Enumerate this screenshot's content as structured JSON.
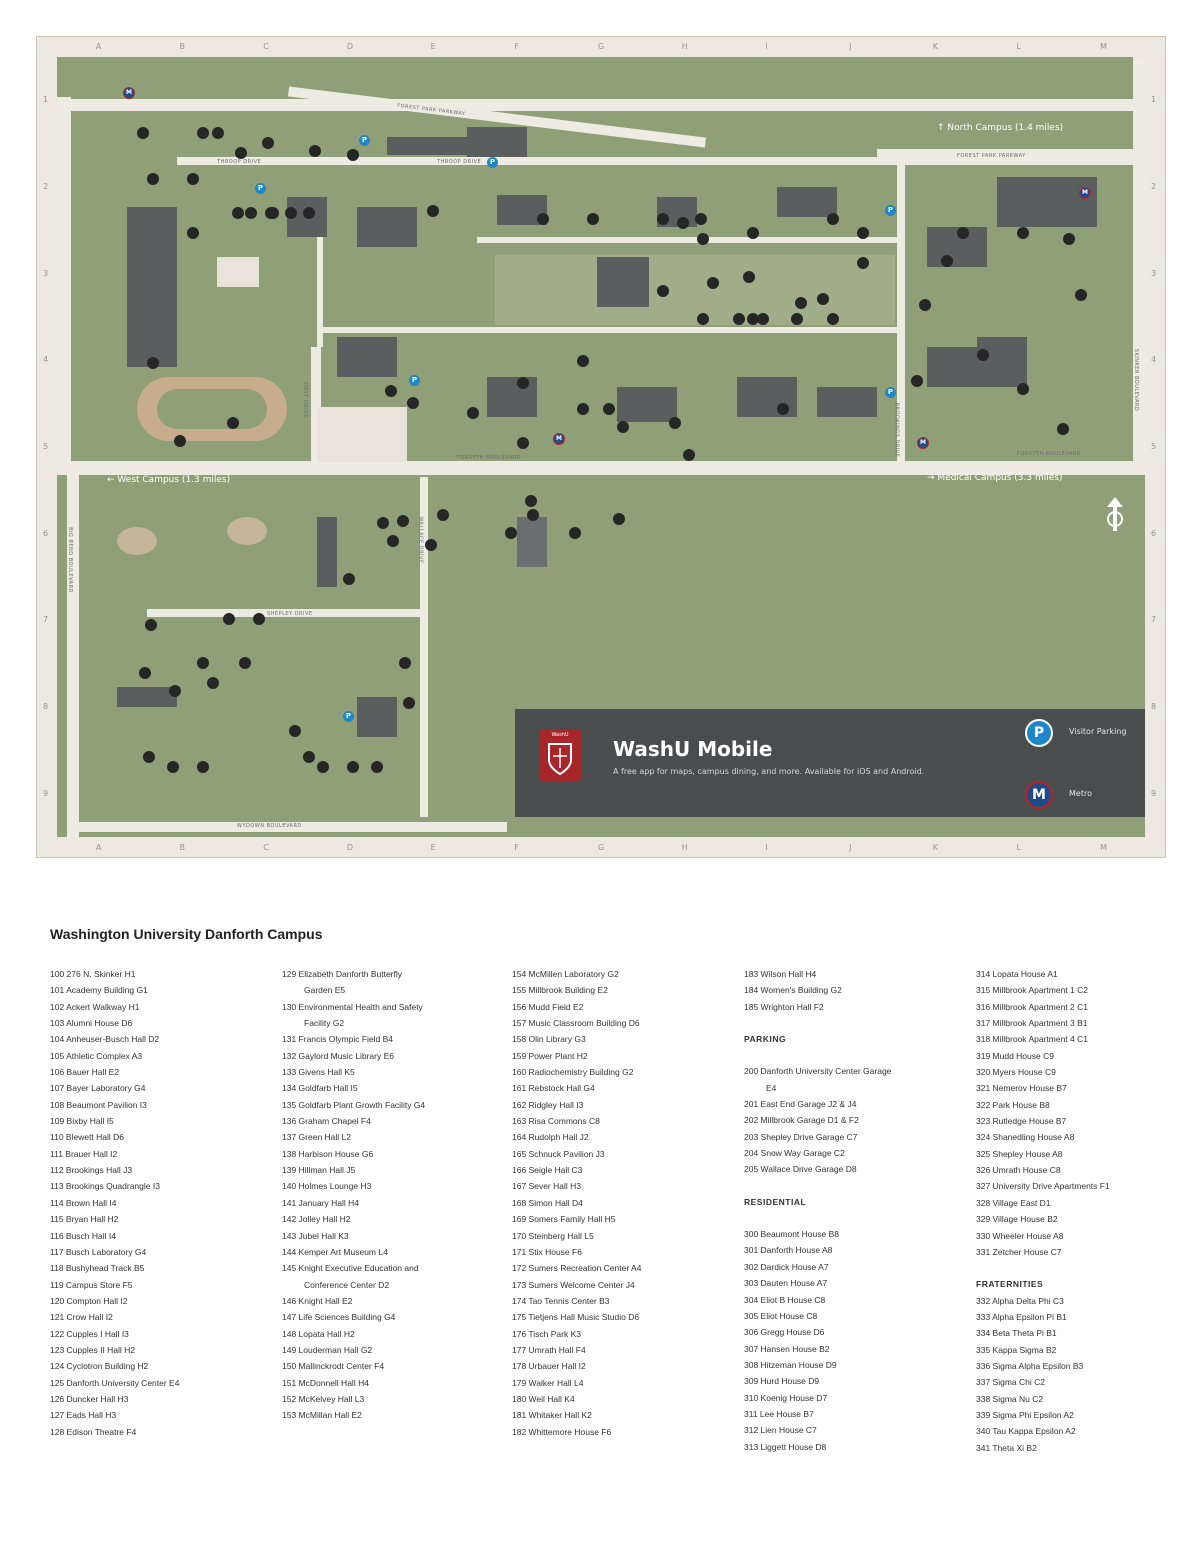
{
  "map": {
    "col_labels": [
      "A",
      "B",
      "C",
      "D",
      "E",
      "F",
      "G",
      "H",
      "I",
      "J",
      "K",
      "L",
      "M"
    ],
    "row_labels": [
      "1",
      "2",
      "3",
      "4",
      "5",
      "6",
      "7",
      "8",
      "9"
    ],
    "roads": {
      "forest_park_parkway_nw": "FOREST PARK PARKWAY",
      "forest_park_parkway_ne": "FOREST PARK PARKWAY",
      "throop_drive_n": "THROOP DRIVE",
      "throop_drive_w": "THROOP DRIVE",
      "forsyth_boulevard_mid": "FORSYTH BOULEVARD",
      "forsyth_boulevard_east": "FORSYTH BOULEVARD",
      "big_bend_boulevard": "BIG BEND BOULEVARD",
      "shepley_drive": "SHEPLEY DRIVE",
      "wydown_boulevard": "WYDOWN BOULEVARD",
      "skinker_boulevard": "SKINKER BOULEVARD",
      "hoyt_drive": "HOYT DRIVE",
      "brookings_drive": "BROOKINGS DRIVE",
      "wallace_drive": "WALLACE DRIVE"
    },
    "directions": {
      "north": "North Campus (1.4 miles)",
      "west": "West Campus (1.3 miles)",
      "medical": "Medical Campus (3.3 miles)"
    },
    "promo": {
      "icon_label": "WashU",
      "title": "WashU Mobile",
      "text": "A free app for maps, campus dining, and more. Available for iOS and Android.",
      "legend": [
        {
          "symbol": "P",
          "label": "Visitor Parking"
        },
        {
          "symbol": "M",
          "label": "Metro"
        }
      ]
    },
    "pin_p": "P",
    "pin_m": "M"
  },
  "directory": {
    "title": "Washington University Danforth Campus",
    "col1": [
      "100 276 N. Skinker H1",
      "101 Academy Building G1",
      "102 Ackert Walkway H1",
      "103 Alumni House D6",
      "104 Anheuser-Busch Hall D2",
      "105 Athletic Complex A3",
      "106 Bauer Hall E2",
      "107 Bayer Laboratory G4",
      "108 Beaumont Pavilion I3",
      "109 Bixby Hall I5",
      "110 Blewett Hall D6",
      "111 Brauer Hall I2",
      "112 Brookings Hall J3",
      "113 Brookings Quadrangle I3",
      "114 Brown Hall I4",
      "115 Bryan Hall H2",
      "116 Busch Hall I4",
      "117 Busch Laboratory G4",
      "118 Bushyhead Track B5",
      "119 Campus Store F5",
      "120 Compton Hall I2",
      "121 Crow Hall I2",
      "122 Cupples I Hall I3",
      "123 Cupples II Hall H2",
      "124 Cyclotron Building H2",
      "125 Danforth University Center E4",
      "126 Duncker Hall H3",
      "127 Eads Hall H3",
      "128 Edison Theatre F4"
    ],
    "col2": [
      "129 Elizabeth Danforth Butterfly Garden E5",
      "130 Environmental Health and Safety Facility G2",
      "131 Francis Olympic Field B4",
      "132 Gaylord Music Library E6",
      "133 Givens Hall K5",
      "134 Goldfarb Hall I5",
      "135 Goldfarb Plant Growth Facility G4",
      "136 Graham Chapel F4",
      "137 Green Hall L2",
      "138 Harbison House G6",
      "139 Hillman Hall J5",
      "140 Holmes Lounge H3",
      "141 January Hall H4",
      "142 Jolley Hall H2",
      "143 Jubel Hall K3",
      "144 Kemper Art Museum L4",
      "145 Knight Executive Education and Conference Center D2",
      "146 Knight Hall E2",
      "147 Life Sciences Building G4",
      "148 Lopata Hall H2",
      "149 Louderman Hall G2",
      "150 Mallinckrodt Center F4",
      "151 McDonnell Hall H4",
      "152 McKelvey Hall L3",
      "153 McMillan Hall E2"
    ],
    "col3": [
      "154 McMillen Laboratory G2",
      "155 Millbrook Building E2",
      "156 Mudd Field E2",
      "157 Music Classroom Building D6",
      "158 Olin Library G3",
      "159 Power Plant H2",
      "160 Radiochemistry Building G2",
      "161 Rebstock Hall G4",
      "162 Ridgley Hall I3",
      "163 Risa Commons C8",
      "164 Rudolph Hall J2",
      "165 Schnuck Pavilion J3",
      "166 Seigle Hall C3",
      "167 Sever Hall H3",
      "168 Simon Hall D4",
      "169 Somers Family Hall H5",
      "170 Steinberg Hall L5",
      "171 Stix House F6",
      "172 Sumers Recreation Center A4",
      "173 Sumers Welcome Center J4",
      "174 Tao Tennis Center B3",
      "175 Tietjens Hall Music Studio D6",
      "176 Tisch Park K3",
      "177 Umrath Hall F4",
      "178 Urbauer Hall I2",
      "179 Walker Hall L4",
      "180 Weil Hall K4",
      "181 Whitaker Hall K2",
      "182 Whittemore House F6"
    ],
    "col4_top": [
      "183 Wilson Hall H4",
      "184 Women's Building G2",
      "185 Wrighton Hall F2"
    ],
    "parking_head": "PARKING",
    "parking": [
      "200 Danforth University Center Garage E4",
      "201 East End Garage J2 & J4",
      "202 Millbrook Garage D1 & F2",
      "203 Shepley Drive Garage C7",
      "204 Snow Way Garage C2",
      "205 Wallace Drive Garage D8"
    ],
    "residential_head": "RESIDENTIAL",
    "residential": [
      "300 Beaumont House B8",
      "301 Danforth House A8",
      "302 Dardick House A7",
      "303 Dauten House A7",
      "304 Eliot B House C8",
      "305 Eliot House C8",
      "306 Gregg House D6",
      "307 Hansen House B2",
      "308 Hitzeman House D9",
      "309 Hurd House D9",
      "310 Koenig House D7",
      "311 Lee House B7",
      "312 Lien House C7",
      "313 Liggett House D8"
    ],
    "col5_top": [
      "314 Lopata House A1",
      "315 Millbrook Apartment 1 C2",
      "316 Millbrook Apartment 2 C1",
      "317 Millbrook Apartment 3 B1",
      "318 Millbrook Apartment 4 C1",
      "319 Mudd House C9",
      "320 Myers House C9",
      "321 Nemerov House B7",
      "322 Park House B8",
      "323 Rutledge House B7",
      "324 Shanedling House A8",
      "325 Shepley House A8",
      "326 Umrath House C8",
      "327 University Drive Apartments F1",
      "328 Village East D1",
      "329 Village House B2",
      "330 Wheeler House A8",
      "331 Zetcher House C7"
    ],
    "fraternities_head": "FRATERNITIES",
    "fraternities": [
      "332 Alpha Delta Phi C3",
      "333 Alpha Epsilon Pi B1",
      "334 Beta Theta Pi B1",
      "335 Kappa Sigma B2",
      "336 Sigma Alpha Epsilon B3",
      "337 Sigma Chi C2",
      "338 Sigma Nu C2",
      "339 Sigma Phi Epsilon A2",
      "340 Tau Kappa Epsilon A2",
      "341 Theta Xi B2"
    ]
  },
  "colors": {
    "grass": "#8f9f78",
    "road": "#eeebe3",
    "building": "#5a5e5f",
    "frame": "#ede9e0",
    "promo_bg": "#4a4d4d",
    "promo_icon": "#a6262a",
    "parking_blue": "#1f86c9",
    "metro_navy": "#1f4b87"
  }
}
